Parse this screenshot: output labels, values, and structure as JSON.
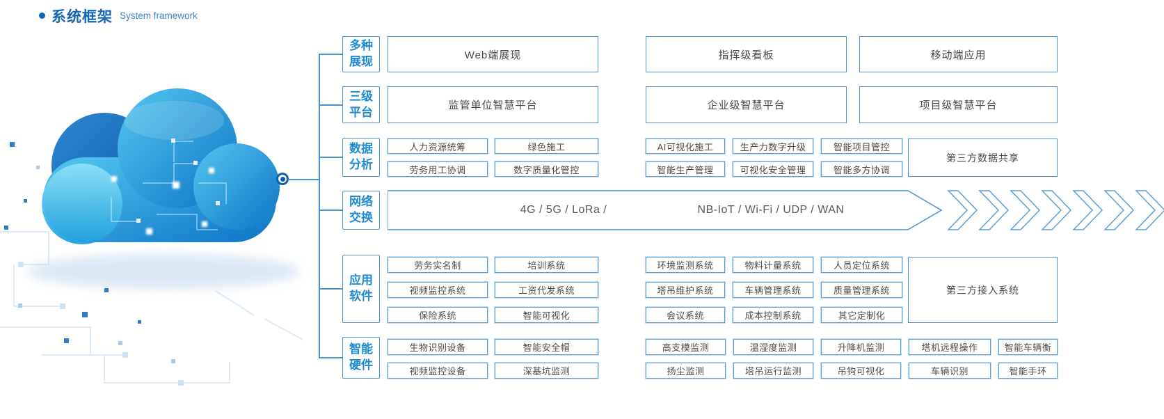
{
  "header": {
    "title_zh": "系统框架",
    "title_en": "System framework"
  },
  "colors": {
    "accent_blue": "#1e8ad2",
    "border_blue": "#4a92d4",
    "title_blue": "#1766b6",
    "text_gray": "#4a4a4a"
  },
  "categories": [
    {
      "label_lines": [
        "多种",
        "展现"
      ],
      "boxes": [
        "Web端展现",
        "指挥级看板",
        "移动端应用"
      ]
    },
    {
      "label_lines": [
        "三级",
        "平台"
      ],
      "boxes": [
        "监管单位智慧平台",
        "企业级智慧平台",
        "项目级智慧平台"
      ]
    },
    {
      "label_lines": [
        "数据",
        "分析"
      ],
      "left_rows": [
        [
          "人力资源统筹",
          "绿色施工"
        ],
        [
          "劳务用工协调",
          "数字质量化管控"
        ]
      ],
      "right_rows": [
        [
          "AI可视化施工",
          "生产力数字升级",
          "智能项目管控"
        ],
        [
          "智能生产管理",
          "可视化安全管理",
          "智能多方协调"
        ]
      ],
      "tall_box": "第三方数据共享"
    },
    {
      "label_lines": [
        "网络",
        "交换"
      ],
      "text_left": "4G / 5G / LoRa /",
      "text_right": "NB-IoT / Wi-Fi / UDP / WAN"
    },
    {
      "label_lines": [
        "应用",
        "软件"
      ],
      "left_rows": [
        [
          "劳务实名制",
          "培训系统"
        ],
        [
          "视频监控系统",
          "工资代发系统"
        ],
        [
          "保险系统",
          "智能可视化"
        ]
      ],
      "right_rows": [
        [
          "环境监测系统",
          "物料计量系统",
          "人员定位系统"
        ],
        [
          "塔吊维护系统",
          "车辆管理系统",
          "质量管理系统"
        ],
        [
          "会议系统",
          "成本控制系统",
          "其它定制化"
        ]
      ],
      "tall_box": "第三方接入系统"
    },
    {
      "label_lines": [
        "智能",
        "硬件"
      ],
      "rows": [
        [
          "生物识别设备",
          "智能安全帽",
          "高支模监测",
          "温湿度监测",
          "升降机监测",
          "塔机远程操作",
          "智能车辆衡"
        ],
        [
          "视频监控设备",
          "深基坑监测",
          "扬尘监测",
          "塔吊运行监测",
          "吊钩可视化",
          "车辆识别",
          "智能手环"
        ]
      ]
    }
  ]
}
